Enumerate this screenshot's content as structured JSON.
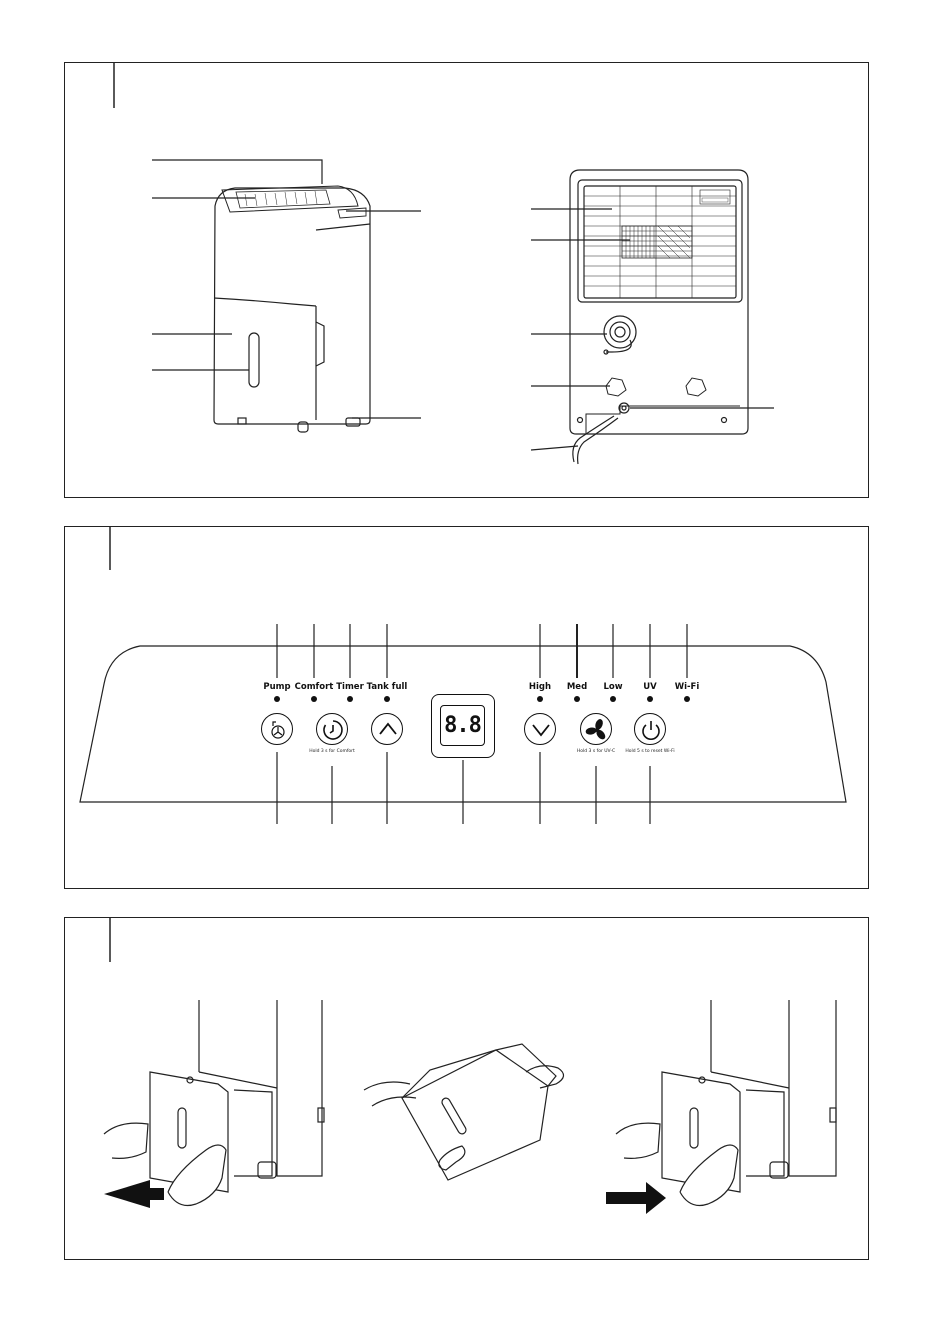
{
  "control_panel": {
    "indicators": [
      {
        "label": "Pump"
      },
      {
        "label": "Comfort"
      },
      {
        "label": "Timer"
      },
      {
        "label": "Tank full"
      },
      {
        "label": "High"
      },
      {
        "label": "Med"
      },
      {
        "label": "Low"
      },
      {
        "label": "UV"
      },
      {
        "label": "Wi-Fi"
      }
    ],
    "display_text": "8.8",
    "buttons": [
      {
        "icon": "pump-icon",
        "hint": ""
      },
      {
        "icon": "timer-icon",
        "hint": "Hold 3 s for Comfort"
      },
      {
        "icon": "up-arrow-icon",
        "hint": ""
      },
      {
        "icon": "down-arrow-icon",
        "hint": ""
      },
      {
        "icon": "fan-icon",
        "hint": "Hold 3 s for UV-C"
      },
      {
        "icon": "power-icon",
        "hint": "Hold 5 s to reset Wi-Fi"
      }
    ]
  },
  "colors": {
    "line": "#222222",
    "fill": "#ffffff",
    "arrow": "#111111"
  }
}
